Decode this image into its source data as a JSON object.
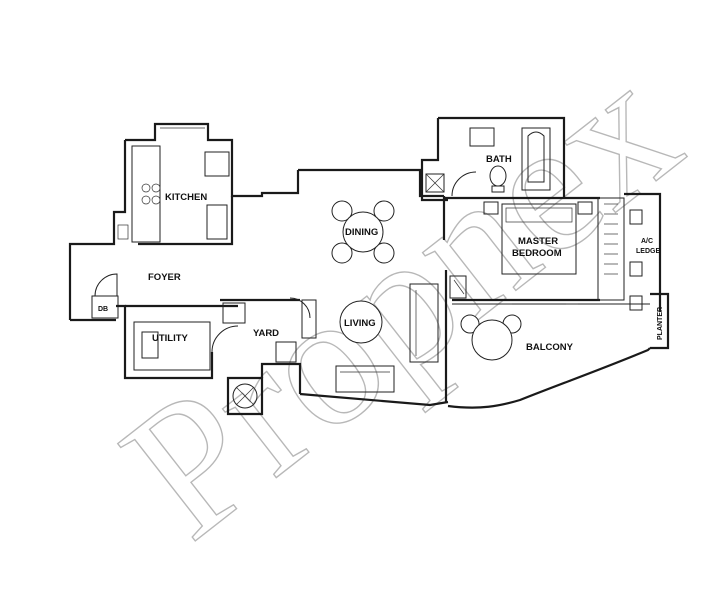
{
  "rooms": {
    "kitchen": "KITCHEN",
    "foyer": "FOYER",
    "db": "DB",
    "utility": "UTILITY",
    "yard": "YARD",
    "dining": "DINING",
    "living": "LIVING",
    "bath": "BATH",
    "master_line1": "MASTER",
    "master_line2": "BEDROOM",
    "ac_line1": "A/C",
    "ac_line2": "LEDGE",
    "balcony": "BALCONY",
    "planter": "PLANTER"
  },
  "watermark": "Propnex",
  "colors": {
    "line": "#1a1a1a",
    "watermark": "#b8b8b8",
    "background": "#ffffff"
  }
}
